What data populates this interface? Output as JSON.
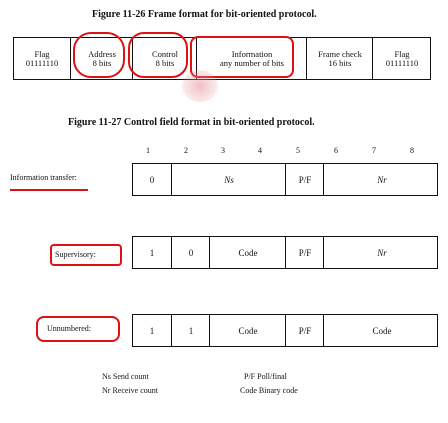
{
  "fig26": {
    "caption": "Figure 11-26   Frame format for bit-oriented protocol.",
    "fields": [
      {
        "title": "Flag",
        "sub": "01111110"
      },
      {
        "title": "Address",
        "sub": "8 bits"
      },
      {
        "title": "Control",
        "sub": "8 bits"
      },
      {
        "title": "Information",
        "sub": "any number of bits"
      },
      {
        "title": "Frame check",
        "sub": "16 bits"
      },
      {
        "title": "Flag",
        "sub": "01111110"
      }
    ]
  },
  "fig27": {
    "caption": "Figure 11-27   Control field format in bit-oriented protocol.",
    "bit_numbers": [
      "1",
      "2",
      "3",
      "4",
      "5",
      "6",
      "7",
      "8"
    ],
    "rows": [
      {
        "label": "Information transfer:",
        "cells": [
          "0",
          "Ns",
          "P/F",
          "Nr"
        ]
      },
      {
        "label": "Supervisory:",
        "cells": [
          "1",
          "0",
          "Code",
          "P/F",
          "Nr"
        ]
      },
      {
        "label": "Unnumbered:",
        "cells": [
          "1",
          "1",
          "Code",
          "P/F",
          "Code"
        ]
      }
    ]
  },
  "legend": {
    "ns": "Ns   Send count",
    "nr": "Nr   Receive count",
    "pf": "P/F   Poll/final",
    "code": "Code   Binary code"
  }
}
